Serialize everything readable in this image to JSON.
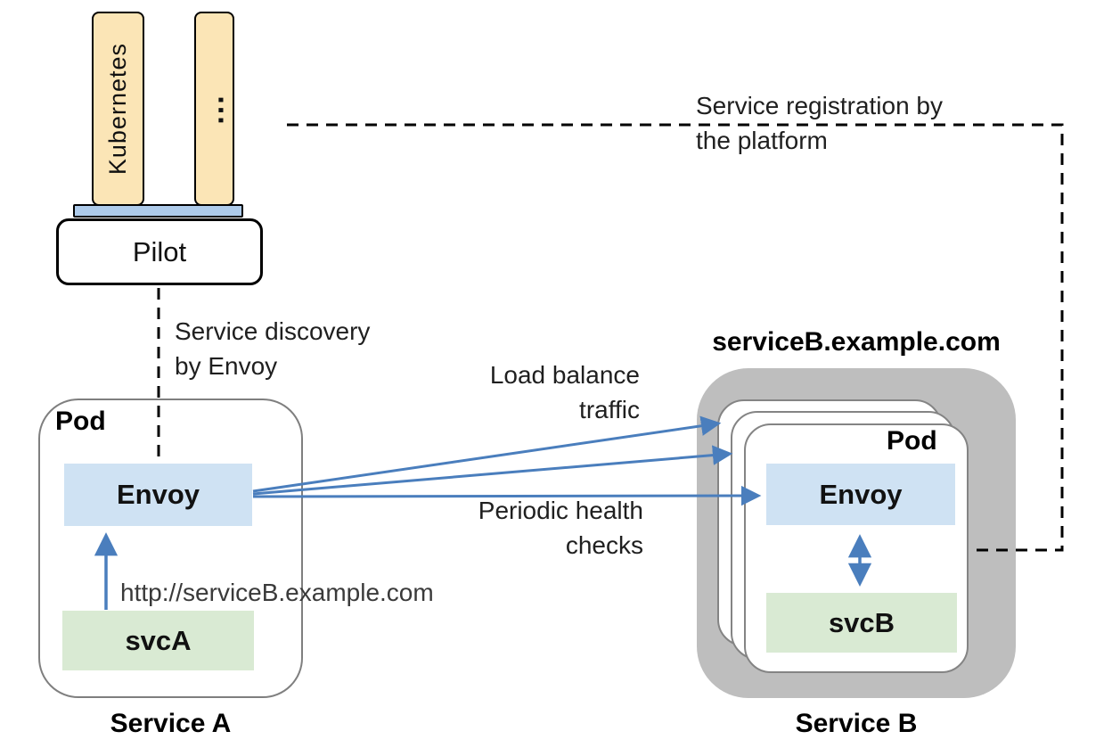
{
  "platform_stack": {
    "kubernetes": "Kubernetes",
    "ellipsis": "...",
    "pilot": "Pilot"
  },
  "service_a": {
    "pod": "Pod",
    "envoy": "Envoy",
    "svc": "svcA",
    "caption": "Service A"
  },
  "service_b": {
    "domain": "serviceB.example.com",
    "pod": "Pod",
    "envoy": "Envoy",
    "svc": "svcB",
    "caption": "Service B"
  },
  "annotations": {
    "service_discovery": "Service discovery\nby Envoy",
    "service_registration": "Service registration by\nthe platform",
    "load_balance": "Load balance\ntraffic",
    "health_checks": "Periodic health\nchecks",
    "request_url": "http://serviceB.example.com"
  },
  "colors": {
    "arrow_blue": "#4A7EBD",
    "envoy_fill": "#CFE2F3",
    "svc_fill": "#D9EAD3",
    "platform_tower_fill": "#FBE5B6",
    "adapter_strip_fill": "#AECBEA",
    "service_b_group_fill": "#BEBEBE",
    "pod_border": "#7F7F7F",
    "dash_line": "#000000"
  }
}
